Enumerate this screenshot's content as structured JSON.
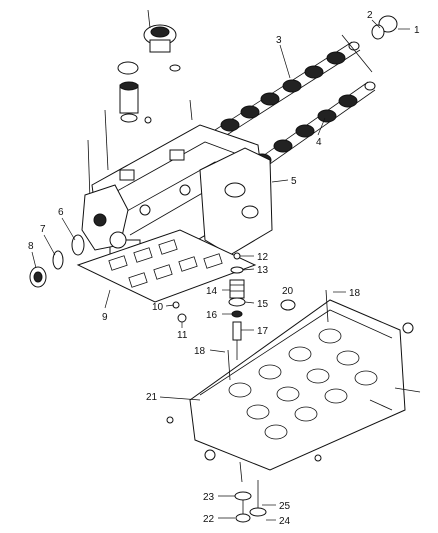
{
  "callouts": [
    "1",
    "2",
    "3",
    "4",
    "5",
    "6",
    "7",
    "8",
    "9",
    "10",
    "11",
    "12",
    "13",
    "14",
    "15",
    "16",
    "17",
    "18",
    "18",
    "20",
    "21",
    "22",
    "23",
    "24",
    "25"
  ]
}
